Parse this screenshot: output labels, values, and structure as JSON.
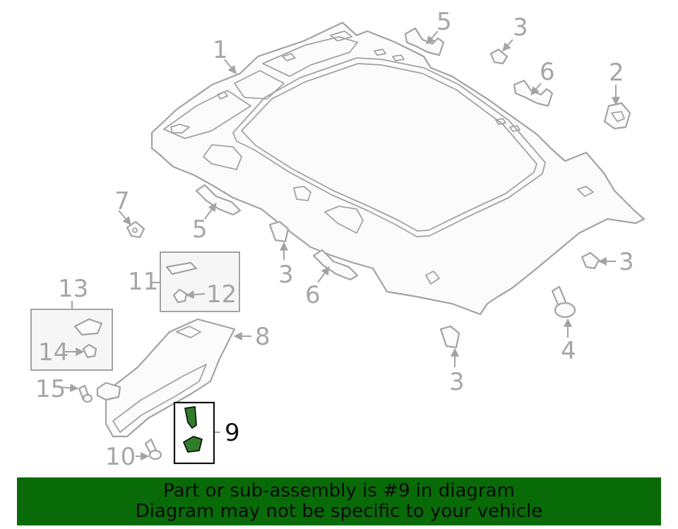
{
  "callouts": {
    "c1": "1",
    "c2": "2",
    "c3a": "3",
    "c3b": "3",
    "c3c": "3",
    "c3d": "3",
    "c4": "4",
    "c5a": "5",
    "c5b": "5",
    "c6a": "6",
    "c6b": "6",
    "c7": "7",
    "c8": "8",
    "c9": "9",
    "c10": "10",
    "c11": "11",
    "c12": "12",
    "c13": "13",
    "c14": "14",
    "c15": "15"
  },
  "highlighted_part": "9",
  "colors": {
    "banner": "#086b08",
    "highlight_part": "#2f7d2a",
    "line": "#a3a3a3"
  },
  "banner": {
    "line1": "Part or sub-assembly is #9 in diagram",
    "line2": "Diagram may not be specific to your vehicle"
  }
}
